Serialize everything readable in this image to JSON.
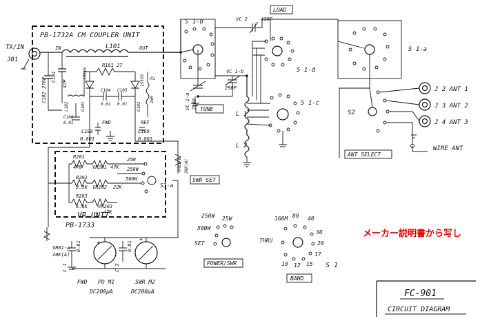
{
  "unit_labels": {
    "coupler_unit": "PB-1732A  CM COUPLER UNIT",
    "vr_unit": "VR  UNIT",
    "vr_board": "PB-1733"
  },
  "jacks": {
    "tx_in": "TX/IN",
    "j01": "J01",
    "j2": "J 2  ANT 1",
    "j3": "J 3  ANT 2",
    "j4": "J 4  ANT 3",
    "wire_ant": "WIRE ANT"
  },
  "coupler": {
    "in": "IN",
    "out": "OUT",
    "fwd": "FWD",
    "ref": "REF",
    "l101": "L101",
    "r101": "R101  27",
    "c101": "C101",
    "c101_val": "47P",
    "c102": "C102  270P",
    "l102": "L102",
    "l103": "L103",
    "d101": "D101",
    "d101_type": "1S516",
    "d102": "D102",
    "d102_type": "1S516",
    "c104": "C104",
    "c104_val": "0.01",
    "c105": "C105",
    "c105_val": "0.01",
    "c106": "C106",
    "c106_val": "0.01",
    "r1": "R1",
    "r1_val": "1mH",
    "c108": "C108",
    "c108_val": "0.001",
    "c109": "C109",
    "c109_val": "0.001"
  },
  "vr_unit": {
    "r201": "R201",
    "r201_val": "470",
    "vr201": "VR201",
    "vr201_val": "47K",
    "r202": "R202",
    "r202_val": "3.3K",
    "vr202": "VR202",
    "vr202_val": "22K",
    "r203": "R203",
    "r203_val": "5.6K",
    "vr203": "VR203",
    "vr203_val": "47K",
    "p25w": "25W",
    "p250w": "250W",
    "p500w": "500W",
    "s3a": "S3-a",
    "vr01a": "VR01-a",
    "vr01a_val": "20K(A)",
    "vr01b": "VR01-b",
    "vr01b_val": "20K(A)"
  },
  "labels": {
    "load": "LOAD",
    "tune": "TUNE",
    "ant_select": "ANT SELECT",
    "swr_set": "SWR SET",
    "power_swr": "POWER/SWR",
    "band": "BAND"
  },
  "switches": {
    "s1b": "S 1-b",
    "s1a": "S 1-a",
    "s1d": "S 1-d",
    "s1c": "S 1-c",
    "s2": "S2",
    "s1": "S 1"
  },
  "tuning": {
    "vc2": "VC 2",
    "vc2_val": "430P",
    "vc1b": "VC 1-b",
    "vc1b_val": "290P",
    "vc1a": "VC 1-a",
    "vc1a_val": "290P",
    "l1": "L 1",
    "l2": "L 2"
  },
  "meters": {
    "c1": "C 1",
    "c1_val": "0.01",
    "c2": "C 2",
    "c2_val": "0.01",
    "fwd": "FWD",
    "m1": "PO M1",
    "m1_rating": "DC200μA",
    "m2": "SWR M2",
    "m2_rating": "DC200μA"
  },
  "power_sw": {
    "p250w": "250W",
    "p500w": "500W",
    "p25w": "25W",
    "set": "SET"
  },
  "band_sw": {
    "b160m": "160M",
    "b80": "80",
    "b40": "40",
    "b30": "30",
    "b20": "20",
    "b17": "17",
    "b15": "15",
    "b12": "12",
    "b10": "10",
    "thru": "THRU"
  },
  "note": "メーカー説明書から写し",
  "title_block": {
    "model": "FC-901",
    "title": "CIRCUIT  DIAGRAM"
  }
}
